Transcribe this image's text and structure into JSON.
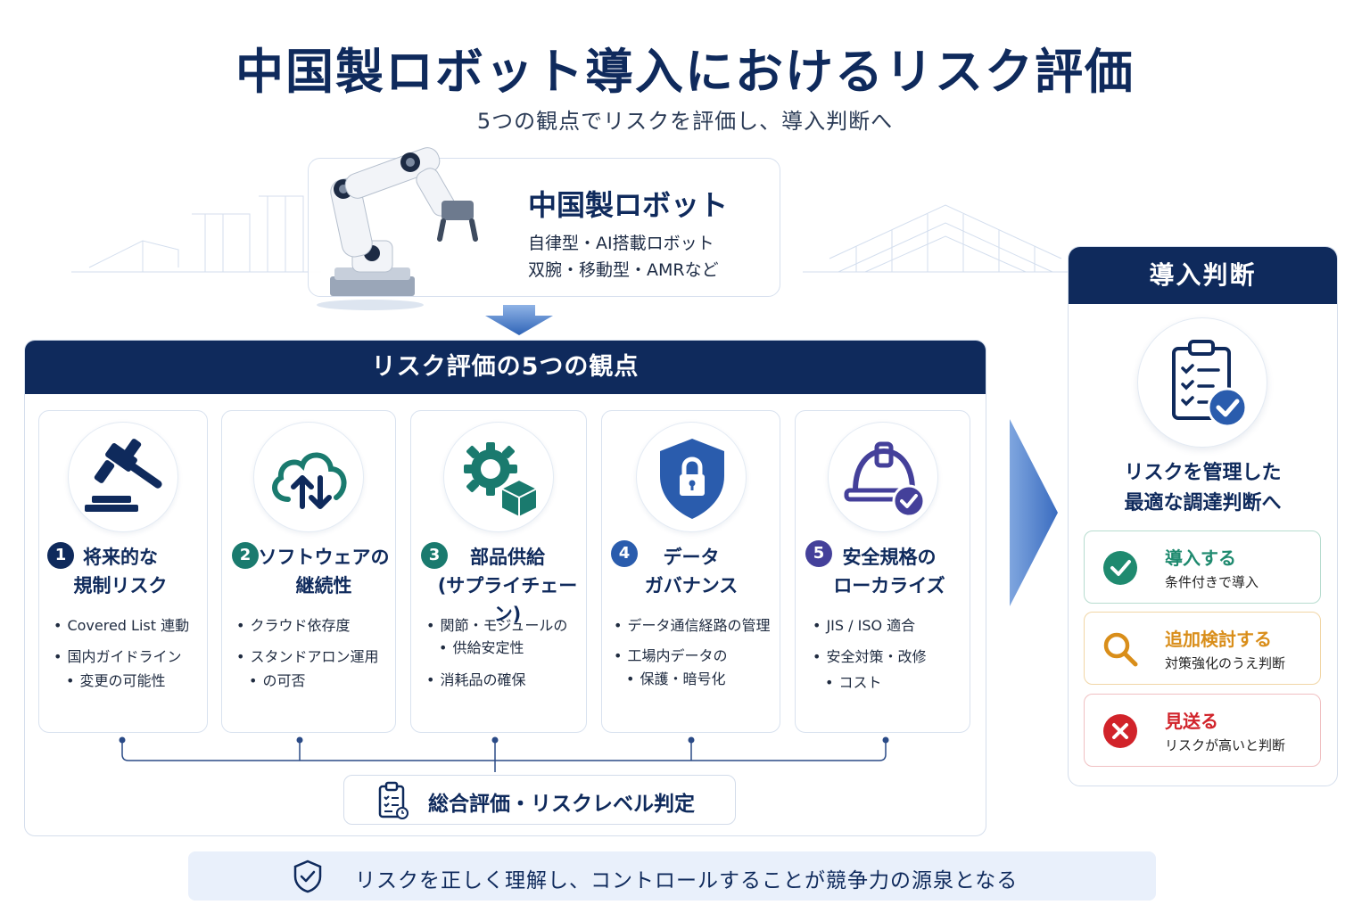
{
  "title": "中国製ロボット導入におけるリスク評価",
  "subtitle": "5つの観点でリスクを評価し、導入判断へ",
  "robot": {
    "name": "中国製ロボット",
    "desc_line1": "自律型・AI搭載ロボット",
    "desc_line2": "双腕・移動型・AMRなど",
    "image_icon": "robot-arm-icon"
  },
  "panel": {
    "header": "リスク評価の5つの観点",
    "perspectives": [
      {
        "number": "1",
        "title_line1": "将来的な",
        "title_line2": "規制リスク",
        "icon": "gavel-icon",
        "color": "#0f2a5c",
        "bullets": [
          "Covered List 連動",
          "国内ガイドライン",
          "変更の可能性"
        ]
      },
      {
        "number": "2",
        "title_line1": "ソフトウェアの",
        "title_line2": "継続性",
        "icon": "cloud-sync-icon",
        "color": "#1a7a6e",
        "bullets": [
          "クラウド依存度",
          "スタンドアロン運用",
          "の可否"
        ]
      },
      {
        "number": "3",
        "title_line1": "部品供給",
        "title_line2": "(サプライチェーン)",
        "icon": "gear-box-icon",
        "color": "#1a7a6e",
        "bullets": [
          "関節・モジュールの",
          "供給安定性",
          "消耗品の確保"
        ]
      },
      {
        "number": "4",
        "title_line1": "データ",
        "title_line2": "ガバナンス",
        "icon": "shield-lock-icon",
        "color": "#2a5cad",
        "bullets": [
          "データ通信経路の管理",
          "工場内データの",
          "保護・暗号化"
        ]
      },
      {
        "number": "5",
        "title_line1": "安全規格の",
        "title_line2": "ローカライズ",
        "icon": "helmet-check-icon",
        "color": "#44409a",
        "bullets": [
          "JIS / ISO 適合",
          "安全対策・改修",
          "コスト"
        ]
      }
    ],
    "summary": "総合評価・リスクレベル判定"
  },
  "decision": {
    "header": "導入判断",
    "msg_line1": "リスクを管理した",
    "msg_line2": "最適な調達判断へ",
    "options": [
      {
        "title": "導入する",
        "desc": "条件付きで導入",
        "color": "#1f8a6f",
        "border": "#b7dccf",
        "icon": "check-circle-icon"
      },
      {
        "title": "追加検討する",
        "desc": "対策強化のうえ判断",
        "color": "#d98e1a",
        "border": "#f1d6a6",
        "icon": "magnifier-icon"
      },
      {
        "title": "見送る",
        "desc": "リスクが高いと判断",
        "color": "#d1232a",
        "border": "#f0c0c2",
        "icon": "x-circle-icon"
      }
    ]
  },
  "footer": "リスクを正しく理解し、コントロールすることが競争力の源泉となる"
}
